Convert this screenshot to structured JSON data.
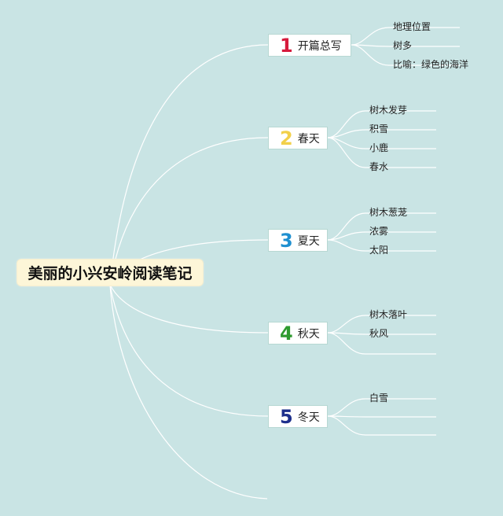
{
  "root": {
    "title": "美丽的小兴安岭阅读笔记"
  },
  "branches": [
    {
      "num": "1",
      "label": "开篇总写",
      "color": "#d61a3c",
      "leaves": [
        "地理位置",
        "树多",
        "比喻：绿色的海洋"
      ]
    },
    {
      "num": "2",
      "label": "春天",
      "color": "#f2d04a",
      "leaves": [
        "树木发芽",
        "积雪",
        "小鹿",
        "春水"
      ]
    },
    {
      "num": "3",
      "label": "夏天",
      "color": "#1e8fd0",
      "leaves": [
        "树木葱茏",
        "浓雾",
        "太阳"
      ]
    },
    {
      "num": "4",
      "label": "秋天",
      "color": "#2e9a2e",
      "leaves": [
        "树木落叶",
        "秋风",
        ""
      ]
    },
    {
      "num": "5",
      "label": "冬天",
      "color": "#1d2f8c",
      "leaves": [
        "白雪",
        "",
        ""
      ]
    }
  ],
  "line_color": "#ffffff"
}
